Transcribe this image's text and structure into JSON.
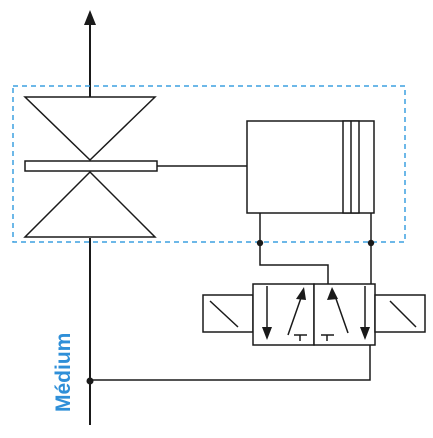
{
  "medium_label": "Médium",
  "colors": {
    "line": "#1a1a1a",
    "actuator_group_border": "#3da0e0",
    "medium_label": "#2f8fd8"
  },
  "components": {
    "flow_arrow": "arrow-up-icon",
    "valve": "pinch-valve-symbol",
    "actuator": "pneumatic-cylinder-symbol",
    "control_valve": "4-2-solenoid-valve-symbol",
    "solenoids": "solenoid-coil-icon"
  }
}
